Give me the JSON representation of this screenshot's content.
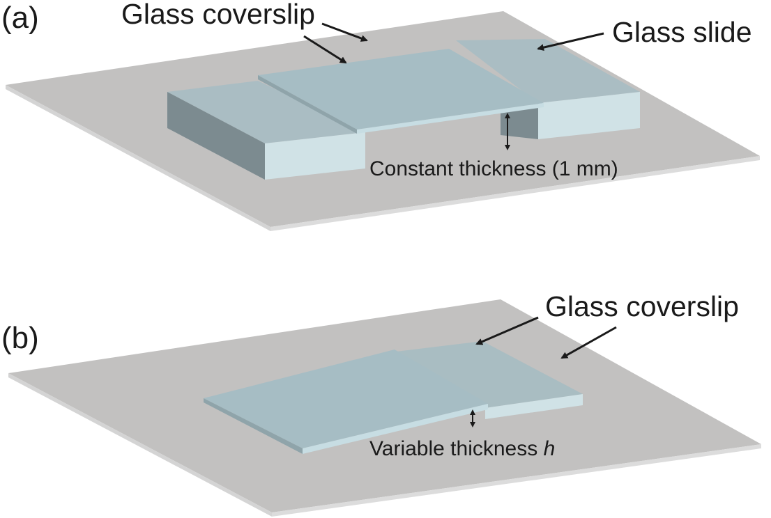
{
  "panel_a": {
    "tag": "(a)",
    "label_coverslip": "Glass coverslip",
    "label_slide": "Glass slide",
    "label_thickness": "Constant thickness (1 mm)"
  },
  "panel_b": {
    "tag": "(b)",
    "label_coverslip": "Glass coverslip",
    "label_thickness": "Variable thickness ",
    "label_thickness_var": "h"
  },
  "colors": {
    "slide_top": "#c2c1c0",
    "slide_edge": "#d8d8d8",
    "glass_top": "#a7bec5",
    "glass_side": "#d3e4e8",
    "glass_dark": "#7f8e93",
    "ink": "#1a1a1a"
  }
}
